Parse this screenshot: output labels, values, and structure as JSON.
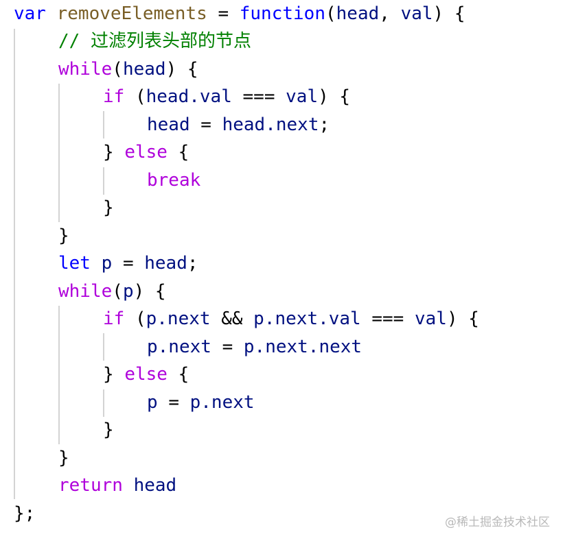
{
  "code": {
    "line1": {
      "kw_var": "var",
      "fn_name": "removeElements",
      "op_assign": "=",
      "kw_function": "function",
      "params_open": "(",
      "param_head": "head",
      "comma": ",",
      "param_val": "val",
      "params_close": ")",
      "brace": "{"
    },
    "line2": {
      "comment": "// 过滤列表头部的节点"
    },
    "line3": {
      "kw_while": "while",
      "paren_open": "(",
      "ident": "head",
      "paren_close": ")",
      "brace": "{"
    },
    "line4": {
      "kw_if": "if",
      "paren_open": "(",
      "expr_left": "head.val",
      "op": "===",
      "expr_right": "val",
      "paren_close": ")",
      "brace": "{"
    },
    "line5": {
      "left": "head",
      "op": "=",
      "right": "head.next",
      "semi": ";"
    },
    "line6": {
      "brace_close": "}",
      "kw_else": "else",
      "brace_open": "{"
    },
    "line7": {
      "kw_break": "break"
    },
    "line8": {
      "brace": "}"
    },
    "line9": {
      "brace": "}"
    },
    "line10": {
      "kw_let": "let",
      "ident": "p",
      "op": "=",
      "value": "head",
      "semi": ";"
    },
    "line11": {
      "kw_while": "while",
      "paren_open": "(",
      "ident": "p",
      "paren_close": ")",
      "brace": "{"
    },
    "line12": {
      "kw_if": "if",
      "paren_open": "(",
      "expr_a": "p.next",
      "op_and": "&&",
      "expr_b": "p.next.val",
      "op_eq": "===",
      "expr_c": "val",
      "paren_close": ")",
      "brace": "{"
    },
    "line13": {
      "left": "p.next",
      "op": "=",
      "right": "p.next.next"
    },
    "line14": {
      "brace_close": "}",
      "kw_else": "else",
      "brace_open": "{"
    },
    "line15": {
      "left": "p",
      "op": "=",
      "right": "p.next"
    },
    "line16": {
      "brace": "}"
    },
    "line17": {
      "brace": "}"
    },
    "line18": {
      "kw_return": "return",
      "ident": "head"
    },
    "line19": {
      "closing": "};"
    }
  },
  "watermark": {
    "text": "@稀土掘金技术社区"
  },
  "colors": {
    "keyword": "#0000ff",
    "control": "#af00db",
    "function_name": "#795e26",
    "identifier": "#001080",
    "comment": "#008000",
    "guide": "#d3d3d3",
    "watermark": "#b9b9b9"
  }
}
